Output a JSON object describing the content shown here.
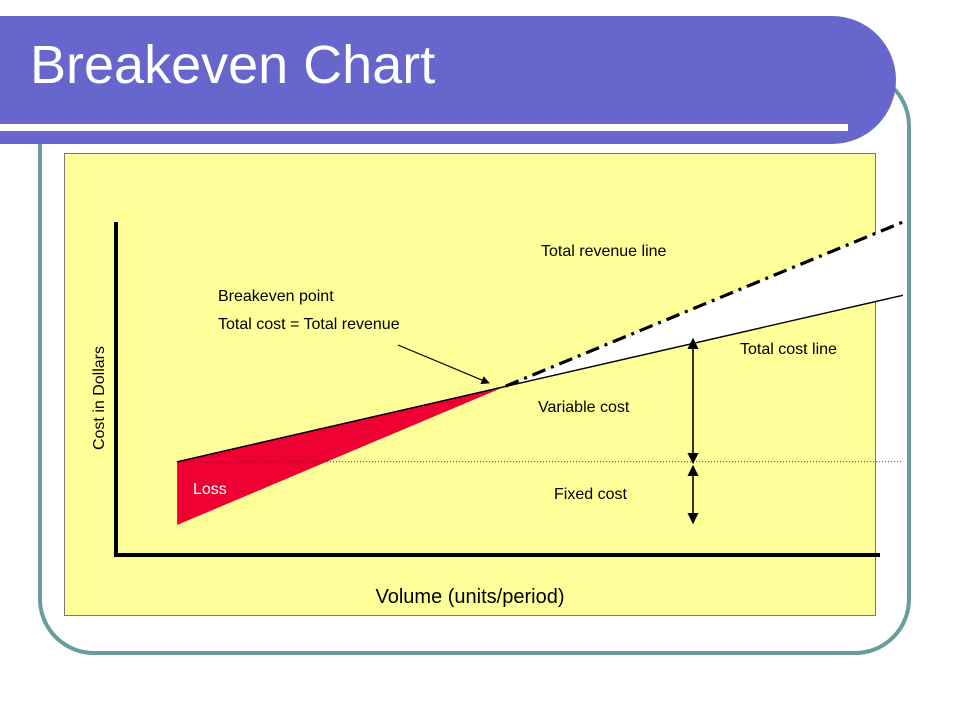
{
  "slide": {
    "title": "Breakeven Chart"
  },
  "chart_data": {
    "type": "line",
    "xlabel": "Volume (units/period)",
    "ylabel": "Cost in Dollars",
    "xlim": [
      0,
      10
    ],
    "ylim": [
      0,
      10
    ],
    "grid": false,
    "series": [
      {
        "name": "Total revenue line",
        "style": "dash-dot",
        "points": [
          [
            0.8,
            0.9
          ],
          [
            10.3,
            10.0
          ]
        ]
      },
      {
        "name": "Total cost line",
        "style": "solid",
        "points": [
          [
            0.8,
            2.8
          ],
          [
            10.3,
            7.8
          ]
        ]
      },
      {
        "name": "Fixed cost",
        "style": "dotted",
        "points": [
          [
            0.8,
            2.8
          ],
          [
            10.3,
            2.8
          ]
        ]
      }
    ],
    "breakeven": {
      "x": 5.1,
      "y": 5.07
    },
    "annotations": {
      "breakeven_line1": "Breakeven point",
      "breakeven_line2": "Total cost = Total revenue",
      "variable_cost": "Variable cost",
      "fixed_cost": "Fixed cost",
      "loss": "Loss"
    },
    "colors": {
      "loss": "#ee0033",
      "profit": "#ffffff",
      "background": "#ffff99"
    }
  }
}
